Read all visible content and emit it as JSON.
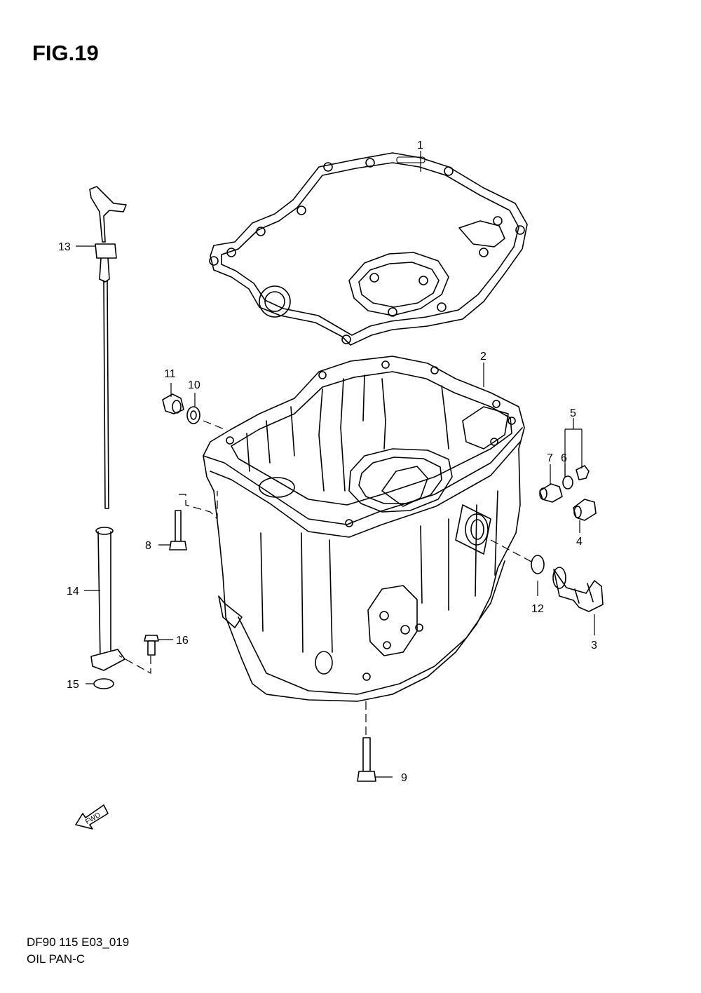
{
  "figure": {
    "title": "FIG.19"
  },
  "footer": {
    "code": "DF90 115 E03_019",
    "caption": "OIL PAN-C"
  },
  "fwd_marker": {
    "text": "FWD"
  },
  "callouts": {
    "c1": "1",
    "c2": "2",
    "c3": "3",
    "c4": "4",
    "c5": "5",
    "c6": "6",
    "c7": "7",
    "c8": "8",
    "c9": "9",
    "c10": "10",
    "c11": "11",
    "c12": "12",
    "c13": "13",
    "c14": "14",
    "c15": "15",
    "c16": "16"
  }
}
